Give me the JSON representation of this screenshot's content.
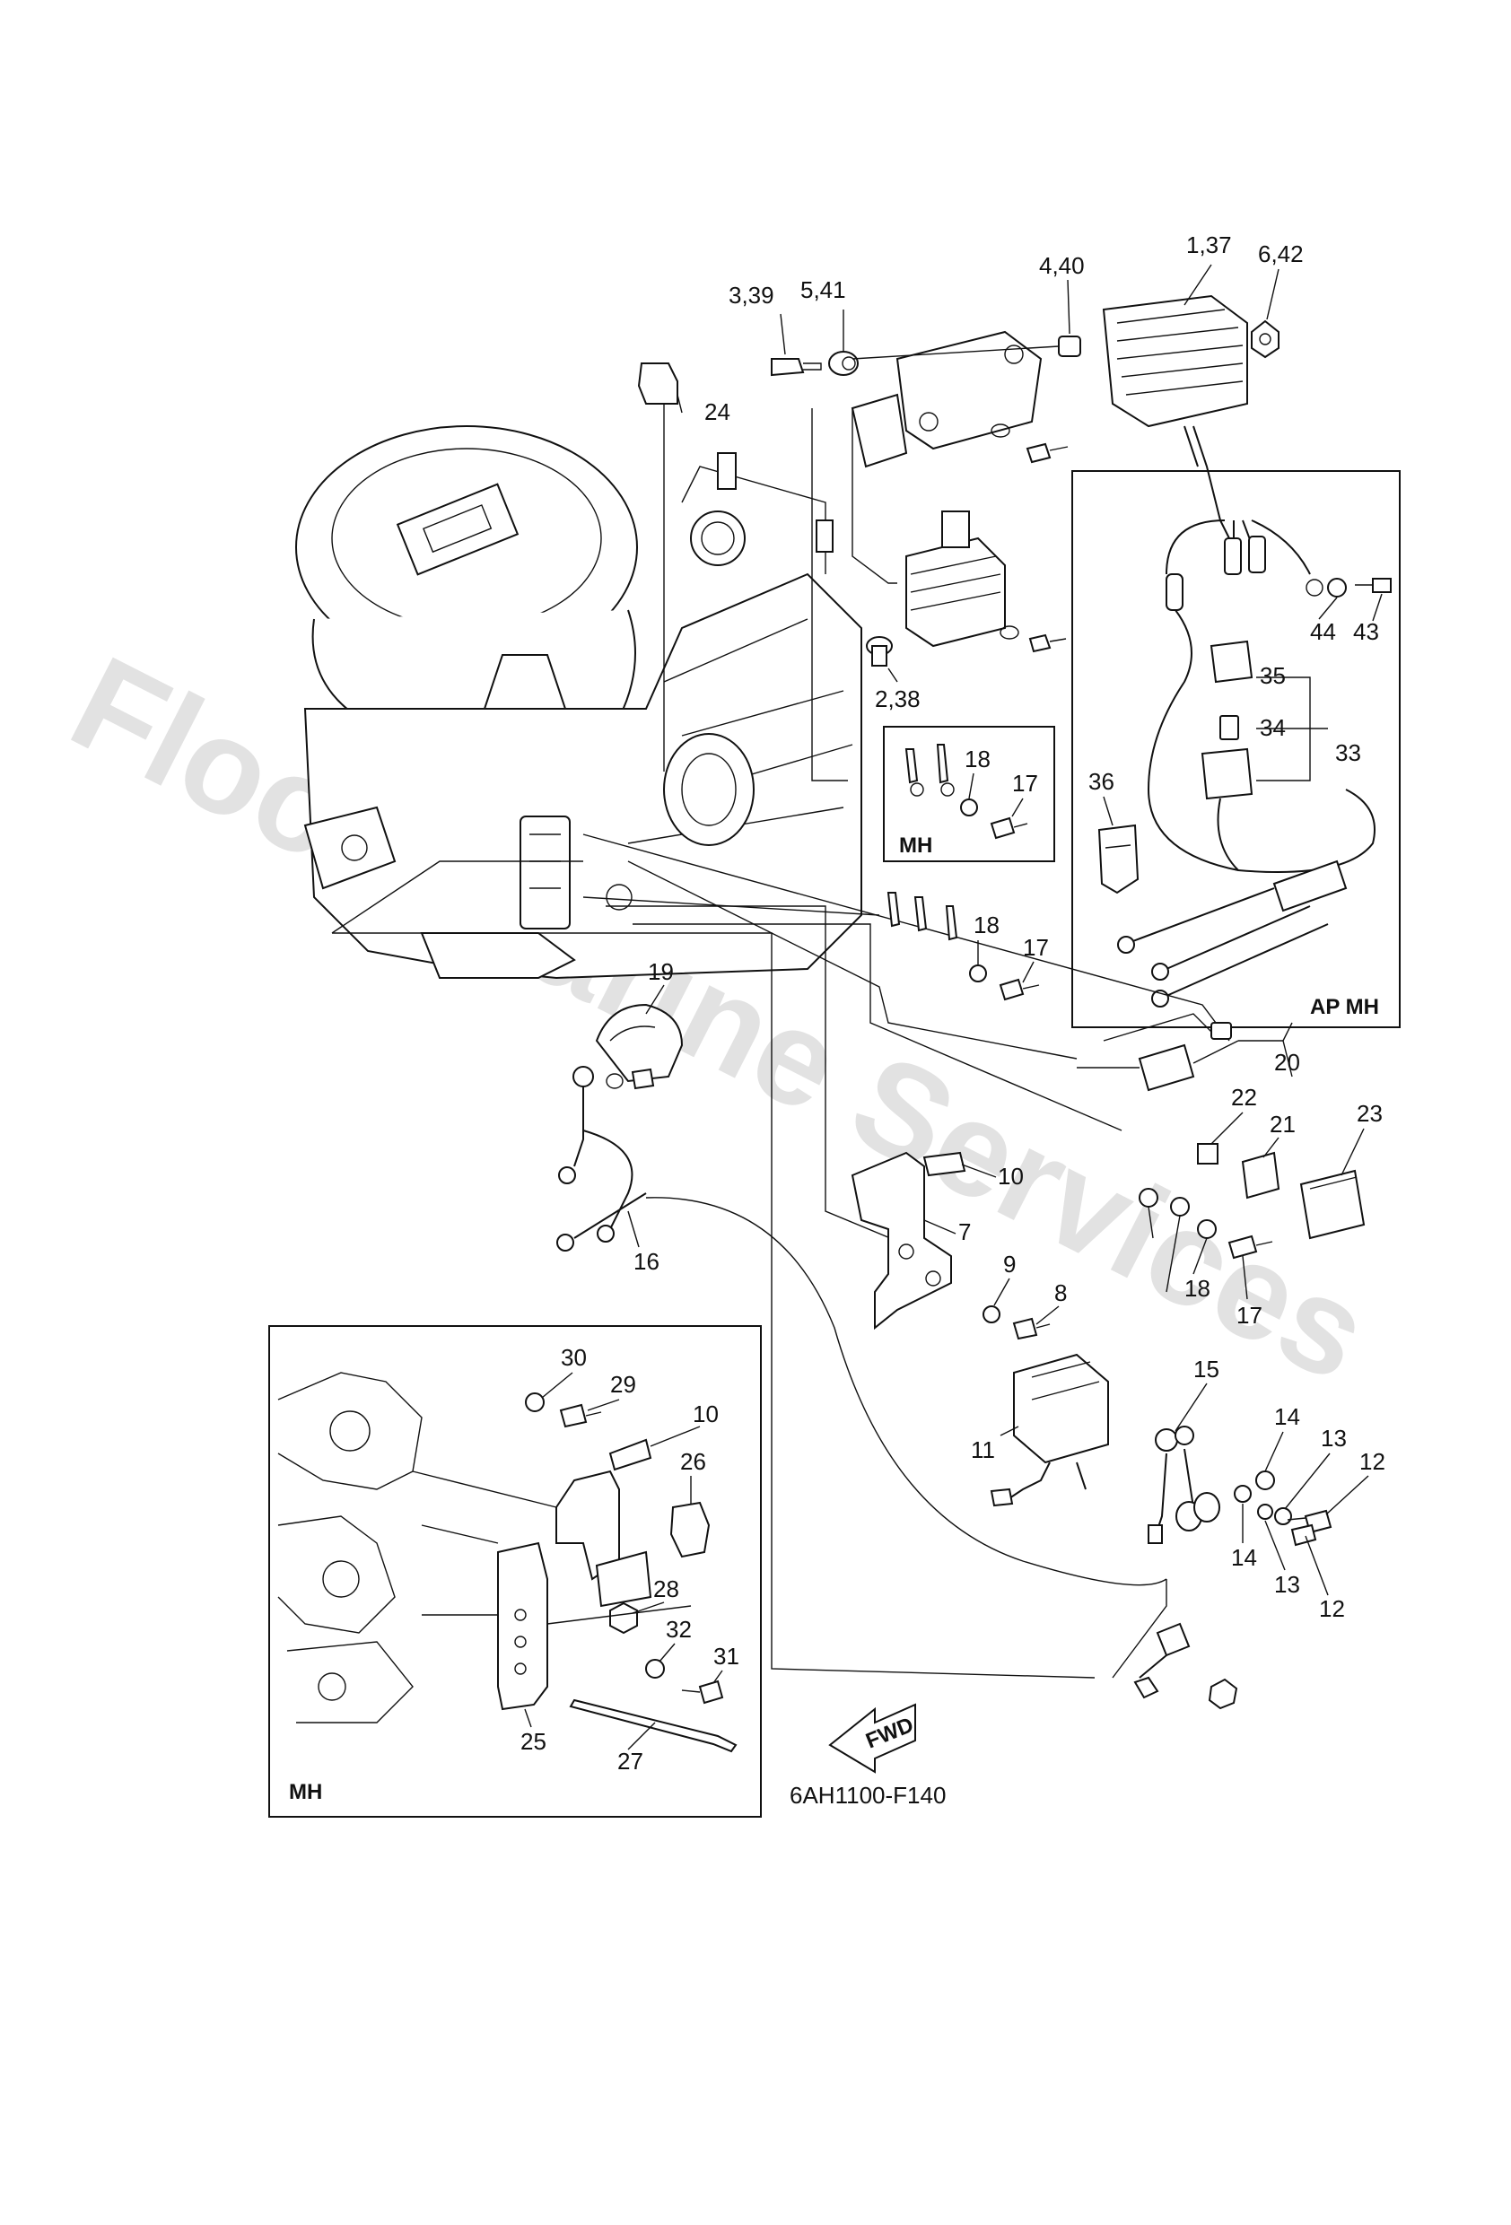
{
  "watermark": "Flood Marine Services",
  "diagram_code": "6AH1100-F140",
  "fwd_label": "FWD",
  "inset_labels": {
    "ap_mh": "AP MH",
    "mh_small": "MH",
    "mh_large": "MH"
  },
  "callouts": [
    {
      "id": "c-1-37",
      "text": "1,37"
    },
    {
      "id": "c-6-42",
      "text": "6,42"
    },
    {
      "id": "c-4-40",
      "text": "4,40"
    },
    {
      "id": "c-3-39",
      "text": "3,39"
    },
    {
      "id": "c-5-41",
      "text": "5,41"
    },
    {
      "id": "c-24",
      "text": "24"
    },
    {
      "id": "c-2-38",
      "text": "2,38"
    },
    {
      "id": "c-44",
      "text": "44"
    },
    {
      "id": "c-43",
      "text": "43"
    },
    {
      "id": "c-35",
      "text": "35"
    },
    {
      "id": "c-34",
      "text": "34"
    },
    {
      "id": "c-33",
      "text": "33"
    },
    {
      "id": "c-36",
      "text": "36"
    },
    {
      "id": "c-18a",
      "text": "18"
    },
    {
      "id": "c-17a",
      "text": "17"
    },
    {
      "id": "c-18b",
      "text": "18"
    },
    {
      "id": "c-17b",
      "text": "17"
    },
    {
      "id": "c-19",
      "text": "19"
    },
    {
      "id": "c-20",
      "text": "20"
    },
    {
      "id": "c-22",
      "text": "22"
    },
    {
      "id": "c-21",
      "text": "21"
    },
    {
      "id": "c-23",
      "text": "23"
    },
    {
      "id": "c-10a",
      "text": "10"
    },
    {
      "id": "c-7",
      "text": "7"
    },
    {
      "id": "c-16",
      "text": "16"
    },
    {
      "id": "c-9",
      "text": "9"
    },
    {
      "id": "c-8",
      "text": "8"
    },
    {
      "id": "c-18c",
      "text": "18"
    },
    {
      "id": "c-17c",
      "text": "17"
    },
    {
      "id": "c-15",
      "text": "15"
    },
    {
      "id": "c-14a",
      "text": "14"
    },
    {
      "id": "c-13a",
      "text": "13"
    },
    {
      "id": "c-12a",
      "text": "12"
    },
    {
      "id": "c-14b",
      "text": "14"
    },
    {
      "id": "c-13b",
      "text": "13"
    },
    {
      "id": "c-12b",
      "text": "12"
    },
    {
      "id": "c-11",
      "text": "11"
    },
    {
      "id": "c-30",
      "text": "30"
    },
    {
      "id": "c-29",
      "text": "29"
    },
    {
      "id": "c-10b",
      "text": "10"
    },
    {
      "id": "c-26",
      "text": "26"
    },
    {
      "id": "c-28",
      "text": "28"
    },
    {
      "id": "c-32",
      "text": "32"
    },
    {
      "id": "c-31",
      "text": "31"
    },
    {
      "id": "c-25",
      "text": "25"
    },
    {
      "id": "c-27",
      "text": "27"
    }
  ]
}
